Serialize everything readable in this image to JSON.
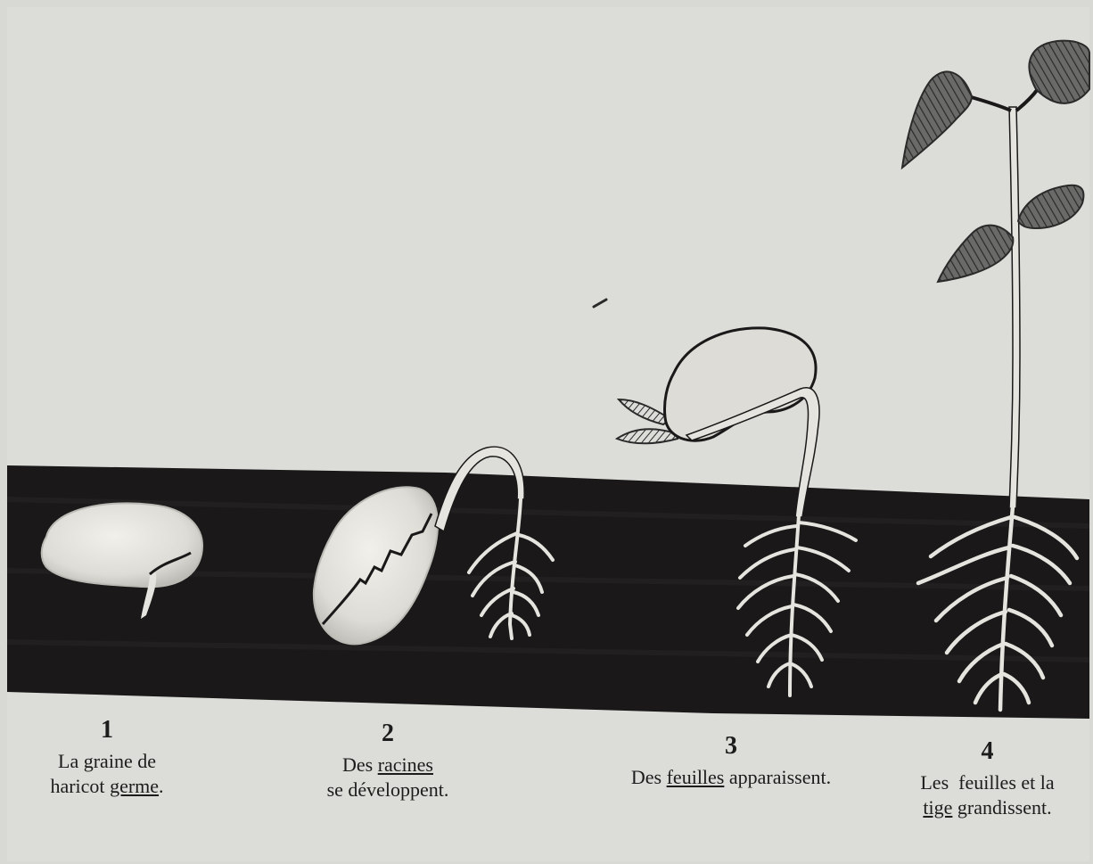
{
  "stages": [
    {
      "number": "1",
      "line1_a": "La graine de",
      "line2_a": "haricot ",
      "line2_u": "germe",
      "line2_b": "."
    },
    {
      "number": "2",
      "line1_a": "Des ",
      "line1_u": "racines",
      "line2_a": "se développent."
    },
    {
      "number": "3",
      "line1_a": "Des ",
      "line1_u": "feuilles",
      "line1_b": " apparaissent."
    },
    {
      "number": "4",
      "line1_a": "Les  feuilles et la",
      "line2_u": "tige",
      "line2_b": " grandissent."
    }
  ],
  "colors": {
    "paper": "#d8d8d4",
    "soil": "#1a1818",
    "seed": "#e8e6e0",
    "root": "#e6e4de",
    "leaf_outline": "#2a2a2a",
    "text": "#1c1c1c"
  }
}
